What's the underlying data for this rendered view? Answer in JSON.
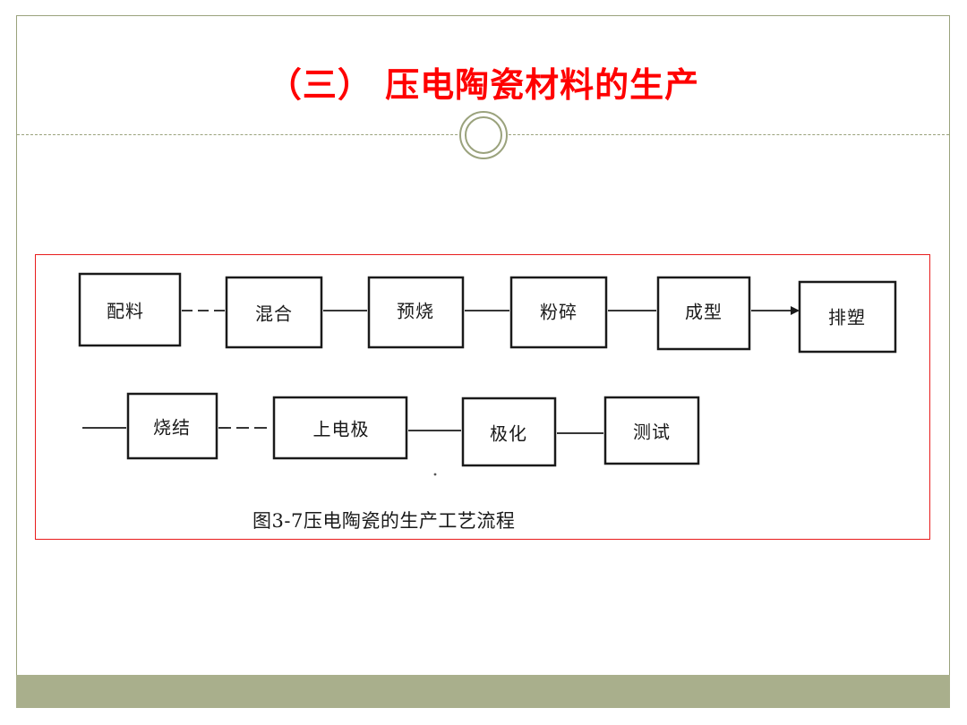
{
  "slide": {
    "title": "（三） 压电陶瓷材料的生产",
    "accent_color": "#ff0000",
    "frame_color": "#9aa27c",
    "footer_color": "#a9af8c"
  },
  "flow": {
    "steps": [
      {
        "id": "peiliao",
        "label": "配料"
      },
      {
        "id": "hunhe",
        "label": "混合"
      },
      {
        "id": "yushao",
        "label": "预烧"
      },
      {
        "id": "fensui",
        "label": "粉碎"
      },
      {
        "id": "chengxing",
        "label": "成型"
      },
      {
        "id": "paisu",
        "label": "排塑"
      },
      {
        "id": "shaojie",
        "label": "烧结"
      },
      {
        "id": "shangdianji",
        "label": "上电极"
      },
      {
        "id": "jihua",
        "label": "极化"
      },
      {
        "id": "ceshi",
        "label": "测试"
      }
    ],
    "caption": "图3-7压电陶瓷的生产工艺流程"
  }
}
